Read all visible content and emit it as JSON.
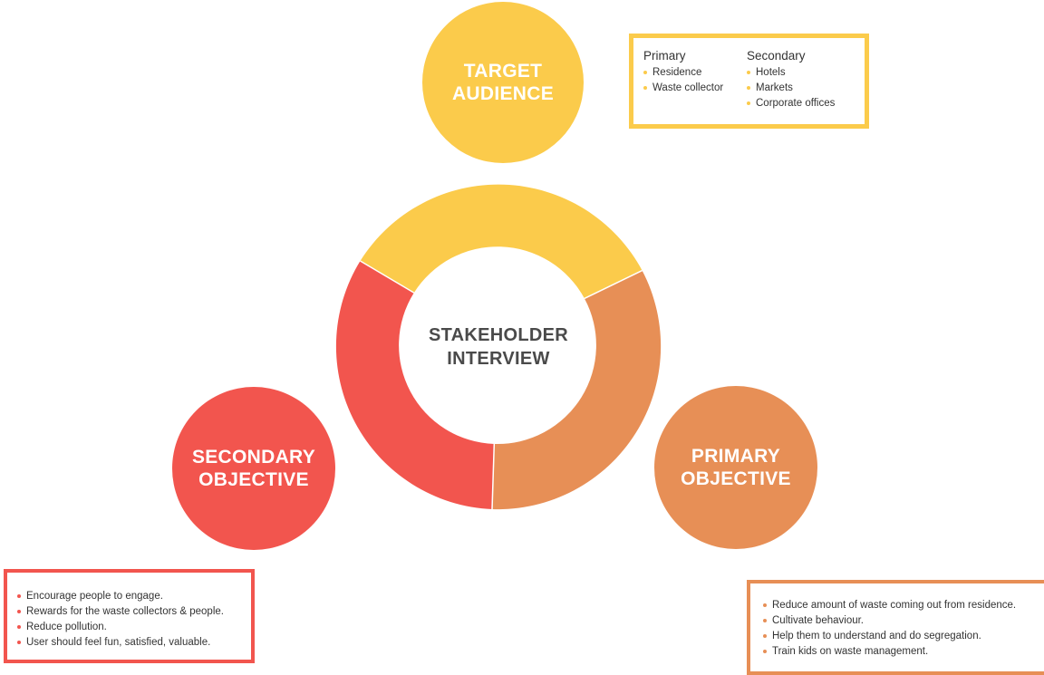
{
  "colors": {
    "yellow": "#FBCB4B",
    "orange": "#E78F56",
    "red": "#F2554E",
    "text_dark": "#4a4a4a"
  },
  "center": {
    "label": "STAKEHOLDER\nINTERVIEW"
  },
  "target_audience": {
    "label": "TARGET\nAUDIENCE",
    "primary": {
      "title": "Primary",
      "items": [
        "Residence",
        "Waste collector"
      ]
    },
    "secondary": {
      "title": "Secondary",
      "items": [
        "Hotels",
        "Markets",
        "Corporate offices"
      ]
    }
  },
  "primary_objective": {
    "label": "PRIMARY\nOBJECTIVE",
    "items": [
      "Reduce amount of waste coming out from residence.",
      "Cultivate behaviour.",
      "Help them to understand and do segregation.",
      "Train kids on waste management."
    ]
  },
  "secondary_objective": {
    "label": "SECONDARY\nOBJECTIVE",
    "items": [
      "Encourage people to engage.",
      "Rewards for the waste collectors & people.",
      "Reduce pollution.",
      "User should feel fun, satisfied, valuable."
    ]
  }
}
